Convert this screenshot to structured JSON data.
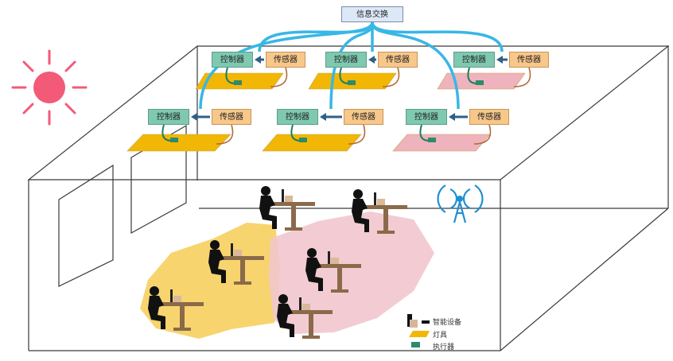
{
  "hub": {
    "label": "信息交换"
  },
  "units": [
    {
      "controller": "控制器",
      "sensor": "传感器",
      "light": "yellow"
    },
    {
      "controller": "控制器",
      "sensor": "传感器",
      "light": "yellow"
    },
    {
      "controller": "控制器",
      "sensor": "传感器",
      "light": "pink"
    },
    {
      "controller": "控制器",
      "sensor": "传感器",
      "light": "yellow"
    },
    {
      "controller": "控制器",
      "sensor": "传感器",
      "light": "yellow"
    },
    {
      "controller": "控制器",
      "sensor": "传感器",
      "light": "pink"
    }
  ],
  "legend": {
    "items": [
      {
        "label": "智能设备",
        "icon": "person-at-desk-icon"
      },
      {
        "label": "灯具",
        "icon": "lamp-panel-icon"
      },
      {
        "label": "执行器",
        "icon": "actuator-icon"
      }
    ]
  },
  "colors": {
    "sun": "#f25a78",
    "link": "#37b7e6",
    "controller": "#7fc9b1",
    "sensor": "#f8c78a",
    "light_yellow": "#f2b705",
    "light_pink": "#efb3bd",
    "zone_yellow": "#f6cd55",
    "zone_pink": "#f1c7cd",
    "desk": "#8b6a4a",
    "person": "#111111",
    "antenna": "#1f8fd1"
  }
}
